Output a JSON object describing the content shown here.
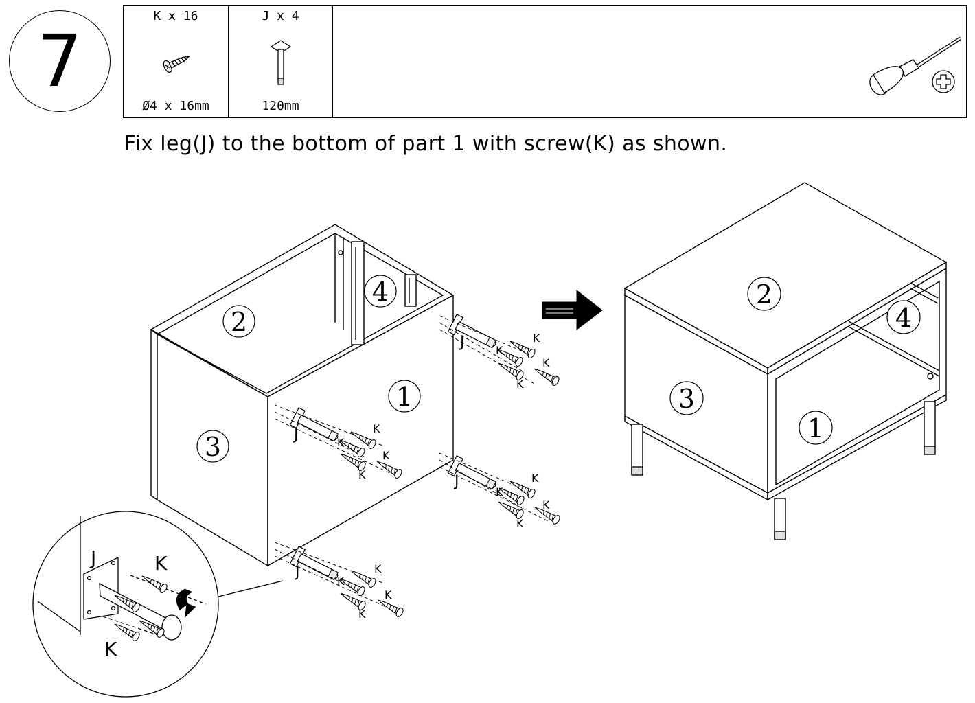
{
  "step": {
    "number": "7"
  },
  "parts": [
    {
      "qty": "K x 16",
      "size": "Ø4 x 16mm",
      "icon": "screw-icon"
    },
    {
      "qty": "J x 4",
      "size": "120mm",
      "icon": "leg-icon"
    }
  ],
  "tool": {
    "icon": "phillips-screwdriver-icon"
  },
  "instruction": "Fix leg(J) to the bottom of part 1 with screw(K) as shown.",
  "labels": {
    "part1": "1",
    "part2": "2",
    "part3": "3",
    "part4": "4",
    "leg": "J",
    "screw": "K"
  }
}
